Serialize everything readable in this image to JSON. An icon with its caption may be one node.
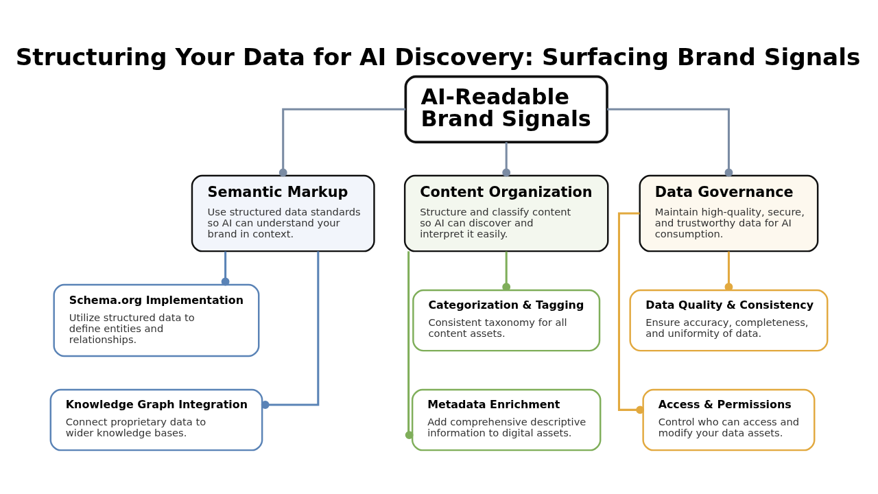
{
  "diagram": {
    "title": "Structuring Your Data for AI Discovery: Surfacing Brand Signals",
    "nodes": [
      {
        "text": [
          "AI-Readable Brand Signals"
        ]
      },
      {
        "text": [
          "Semantic Markup",
          "Use structured data standards so AI can understand your brand in context."
        ]
      },
      {
        "text": [
          "Content Organization",
          "Structure and classify content so AI can discover and interpret it easily."
        ]
      },
      {
        "text": [
          "Data Governance",
          "Maintain high-quality, secure, and trustworthy data for AI consumption."
        ]
      },
      {
        "text": [
          "Schema.org Implementation",
          "Utilize structured data to define entities and relationships."
        ]
      },
      {
        "text": [
          "Categorization & Tagging",
          "Consistent taxonomy for all content assets."
        ]
      },
      {
        "text": [
          "Data Quality & Consistency",
          "Ensure accuracy, completeness, and uniformity of data."
        ]
      },
      {
        "text": [
          "Knowledge Graph Integration",
          "Connect proprietary data to wider knowledge bases."
        ]
      },
      {
        "text": [
          "Metadata Enrichment",
          "Add comprehensive descriptive information to digital assets."
        ]
      },
      {
        "text": [
          "Access & Permissions",
          "Control who can access and modify your data assets."
        ]
      }
    ],
    "edges": [
      {
        "from": 0,
        "to": 1,
        "arrow": "other",
        "color": "#7a8ba3"
      },
      {
        "from": 0,
        "to": 2,
        "arrow": "other",
        "color": "#7a8ba3"
      },
      {
        "from": 0,
        "to": 3,
        "arrow": "other",
        "color": "#7a8ba3"
      },
      {
        "from": 1,
        "to": 4,
        "arrow": "other",
        "color": "#5a83b6"
      },
      {
        "from": 1,
        "to": 7,
        "arrow": "other",
        "color": "#5a83b6"
      },
      {
        "from": 2,
        "to": 5,
        "arrow": "other",
        "color": "#7fae5a"
      },
      {
        "from": 2,
        "to": 8,
        "arrow": "other",
        "color": "#7fae5a"
      },
      {
        "from": 3,
        "to": 6,
        "arrow": "other",
        "color": "#e2a93f"
      },
      {
        "from": 3,
        "to": 9,
        "arrow": "other",
        "color": "#e2a93f"
      }
    ]
  }
}
